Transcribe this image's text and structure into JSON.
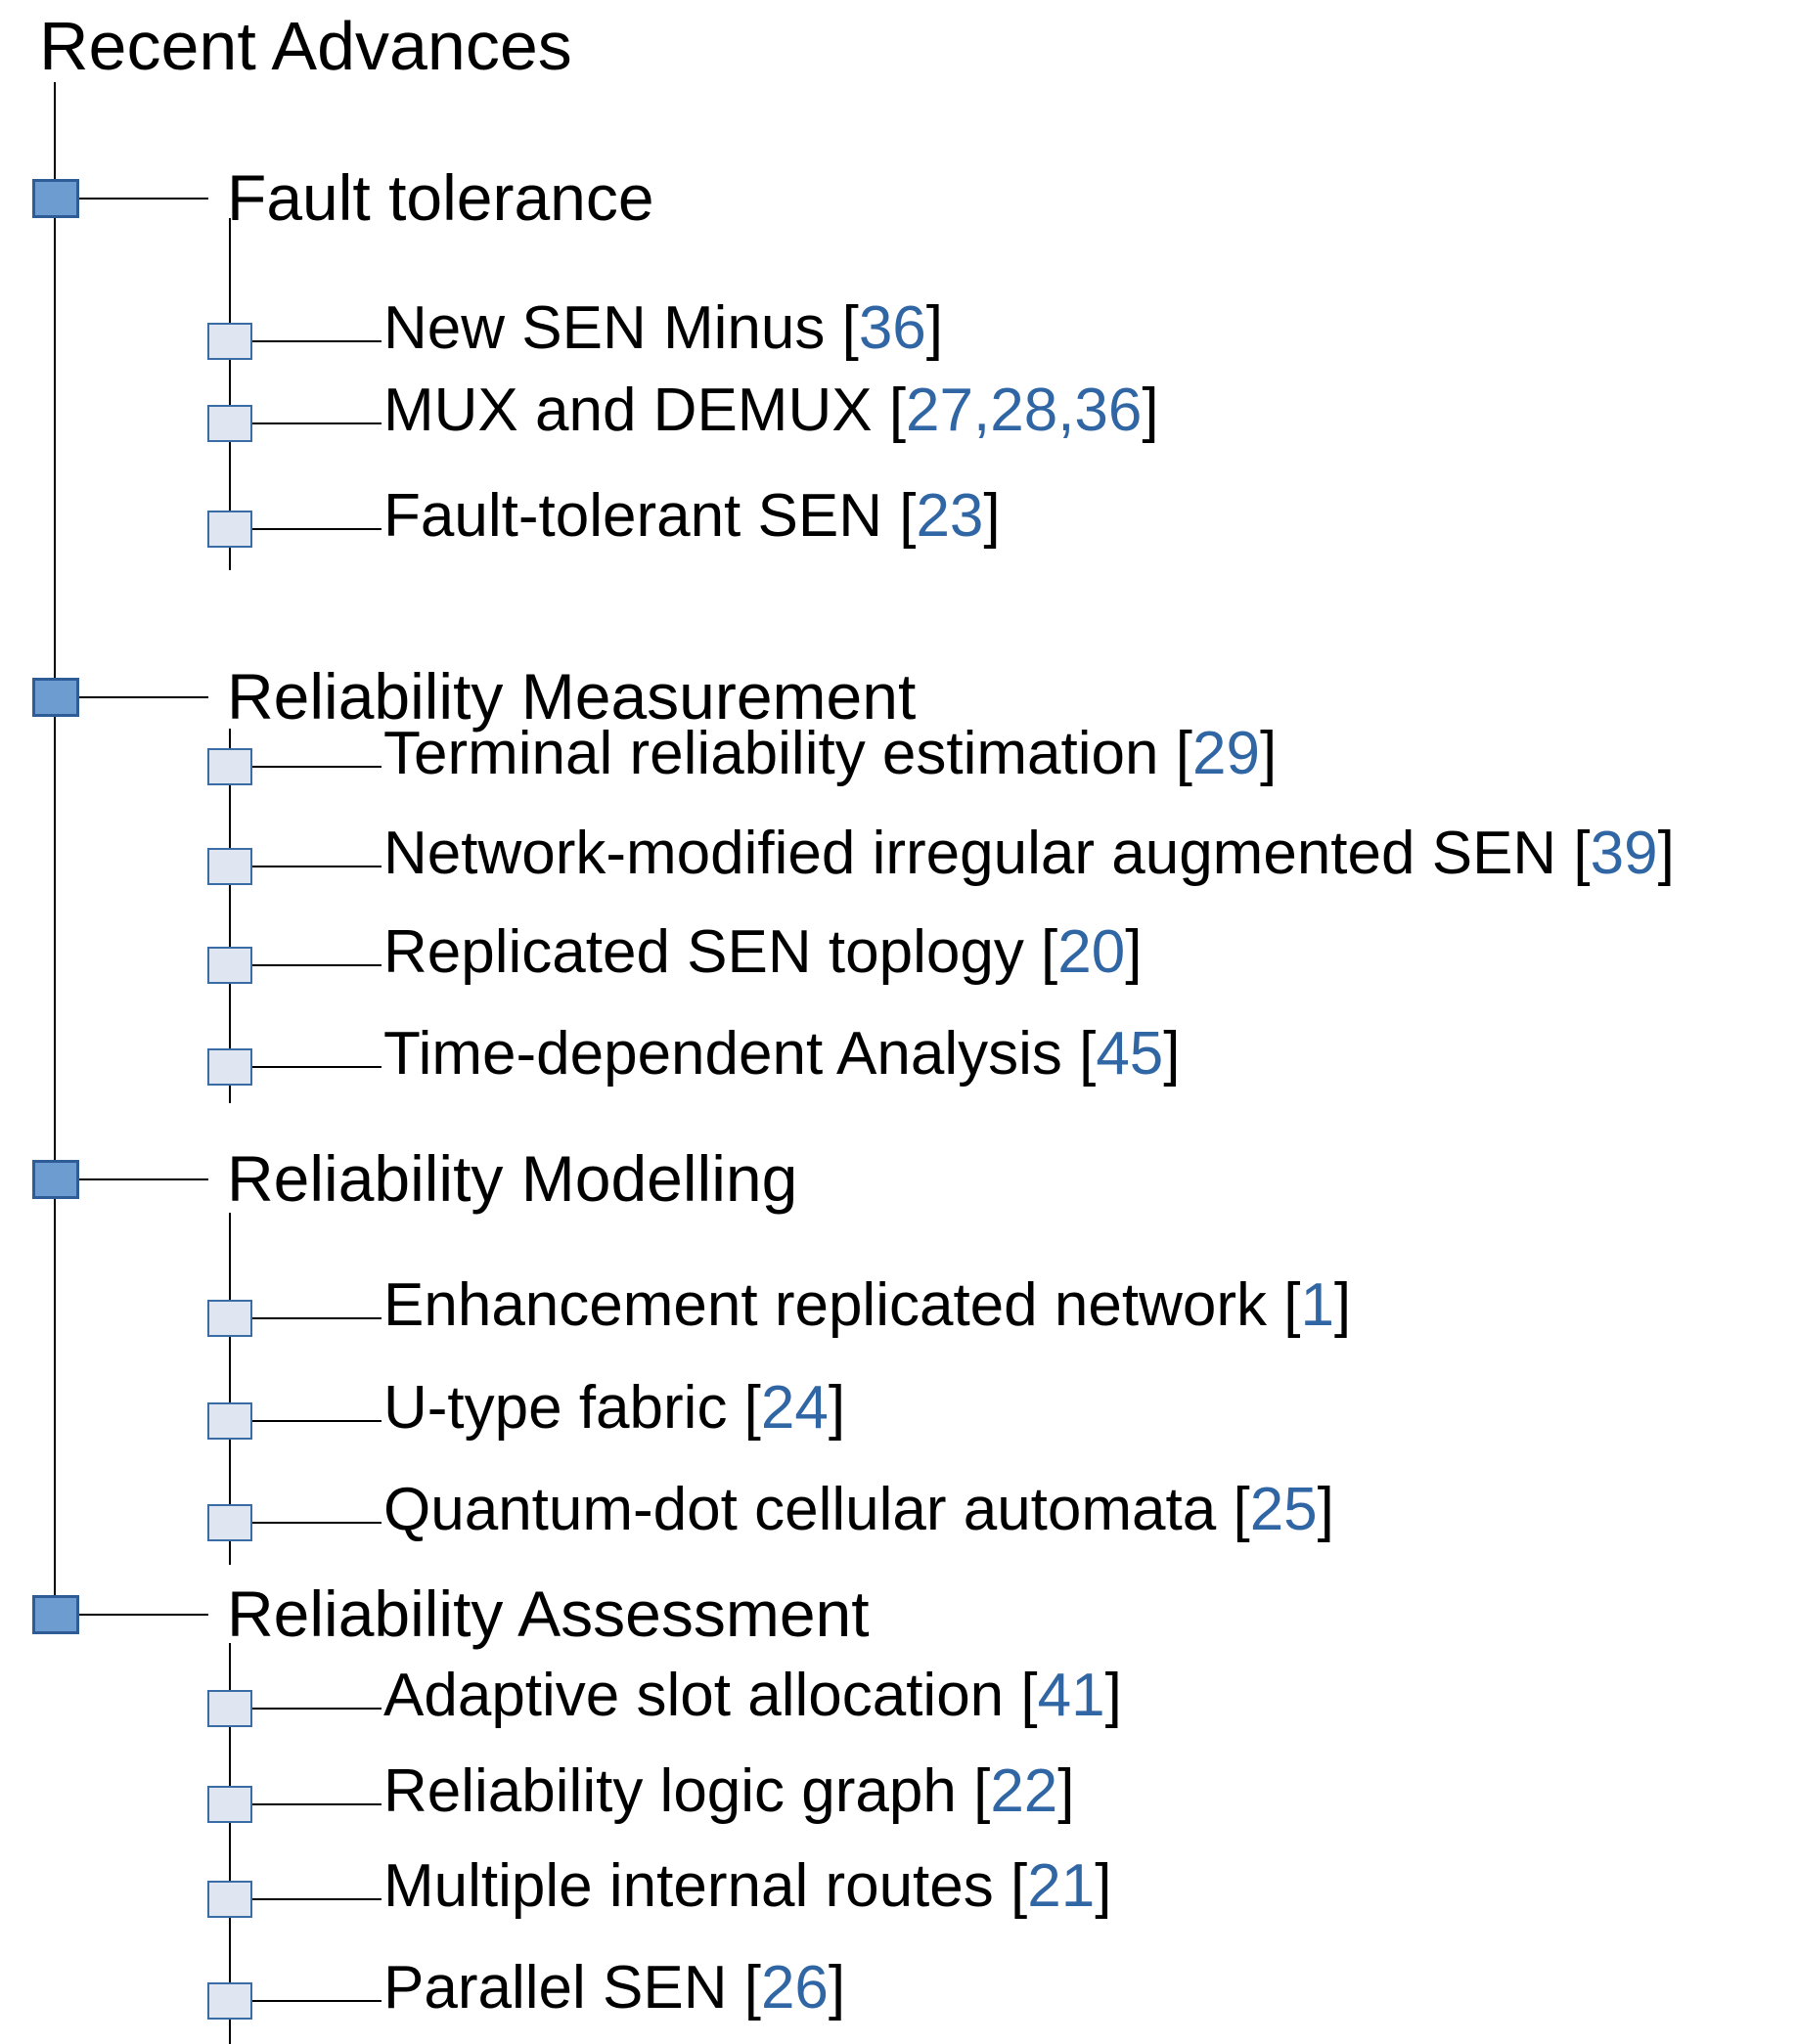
{
  "title": "Recent Advances",
  "colors": {
    "parent_node_fill": "#6D9CD1",
    "parent_node_border": "#2E5C97",
    "child_node_fill": "#DFE6F1",
    "child_node_border": "#3A6CA6",
    "connector_line": "#000000",
    "text": "#000000",
    "citation": "#3166A5"
  },
  "tree": {
    "categories": [
      {
        "label": "Fault tolerance",
        "items": [
          {
            "label": "New SEN Minus",
            "citations": "36"
          },
          {
            "label": "MUX and DEMUX",
            "citations": "27,28,36"
          },
          {
            "label": "Fault-tolerant SEN",
            "citations": "23"
          }
        ]
      },
      {
        "label": "Reliability Measurement",
        "items": [
          {
            "label": "Terminal reliability estimation",
            "citations": "29"
          },
          {
            "label": "Network-modified irregular augmented SEN",
            "citations": "39"
          },
          {
            "label": "Replicated SEN toplogy",
            "citations": "20"
          },
          {
            "label": "Time-dependent Analysis",
            "citations": "45"
          }
        ]
      },
      {
        "label": "Reliability Modelling",
        "items": [
          {
            "label": "Enhancement replicated network",
            "citations": "1"
          },
          {
            "label": "U-type fabric",
            "citations": "24"
          },
          {
            "label": "Quantum-dot cellular automata",
            "citations": "25"
          }
        ]
      },
      {
        "label": "Reliability Assessment",
        "items": [
          {
            "label": "Adaptive slot allocation",
            "citations": "41"
          },
          {
            "label": "Reliability logic graph",
            "citations": "22"
          },
          {
            "label": "Multiple internal routes",
            "citations": "21"
          },
          {
            "label": "Parallel SEN",
            "citations": "26"
          }
        ]
      }
    ]
  }
}
